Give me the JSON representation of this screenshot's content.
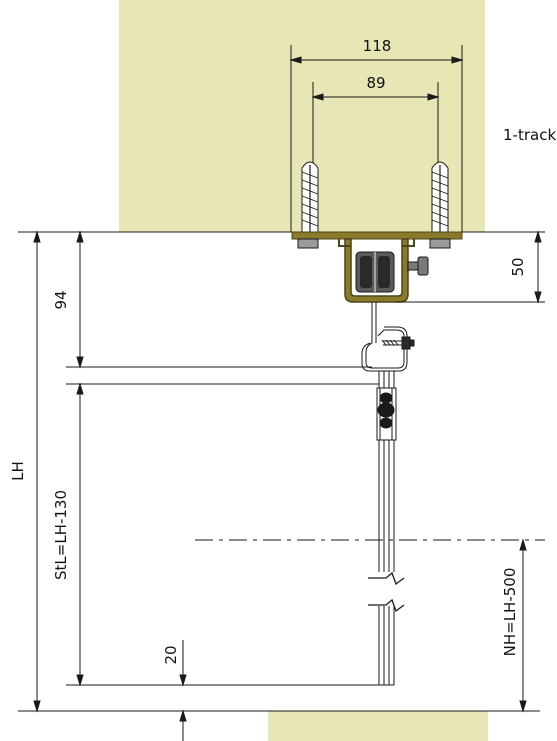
{
  "labels": {
    "track_type": "1-track",
    "dim_118": "118",
    "dim_89": "89",
    "dim_50": "50",
    "dim_94": "94",
    "dim_20": "20",
    "dim_lh": "LH",
    "dim_stl": "StL=LH-130",
    "dim_nh": "NH=LH-500"
  },
  "colors": {
    "ceiling": "#e6e7b5",
    "floor": "#e6e7b5",
    "bracket": "#8a7a2c",
    "bracket_dark": "#4d4418",
    "line": "#1a1a1a"
  }
}
